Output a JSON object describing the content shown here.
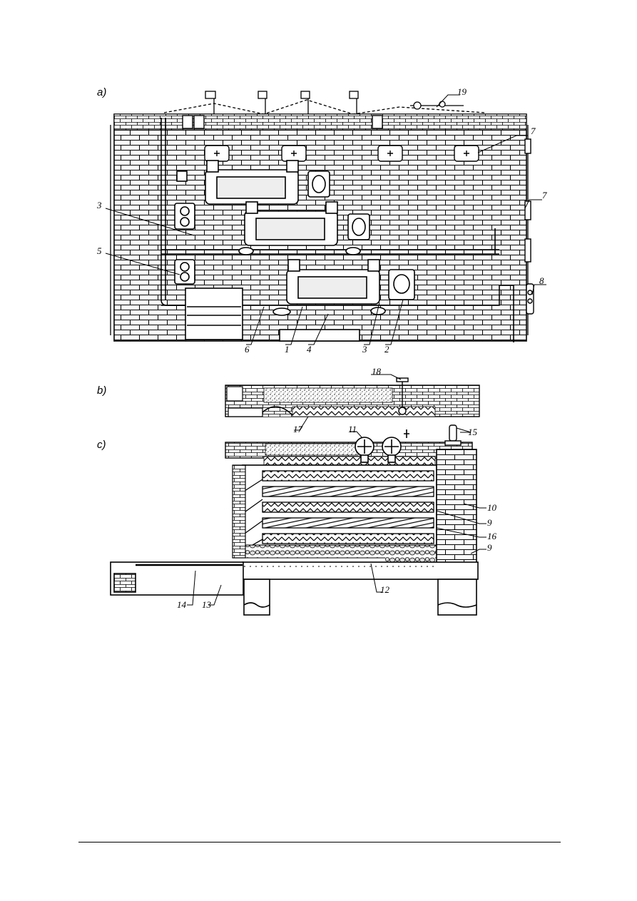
{
  "panels": {
    "a": "a)",
    "b": "b)",
    "c": "c)"
  },
  "callouts": {
    "n1": "1",
    "n2": "2",
    "n3a": "3",
    "n3b": "3",
    "n4": "4",
    "n5": "5",
    "n6": "6",
    "n7a": "7",
    "n7b": "7",
    "n8": "8",
    "n9a": "9",
    "n9b": "9",
    "n10": "10",
    "n11": "11",
    "n12": "12",
    "n13": "13",
    "n14": "14",
    "n15": "15",
    "n16": "16",
    "n17": "17",
    "n18": "18",
    "n19": "19"
  },
  "colors": {
    "ink": "#000000",
    "paper": "#ffffff",
    "fill": "#cfcfcf"
  }
}
